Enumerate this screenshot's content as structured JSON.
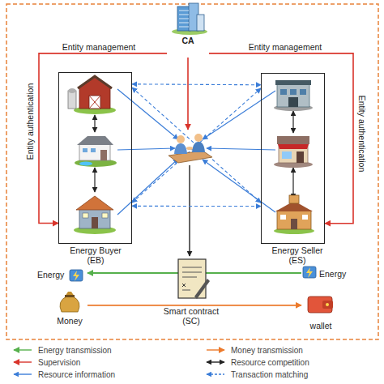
{
  "diagram": {
    "nodes": [
      {
        "text": [
          "CA"
        ]
      },
      {
        "text": [
          "Energy Buyer (EB)"
        ]
      },
      {
        "text": [
          "Energy Seller (ES)"
        ]
      },
      {
        "text": [
          "Energy"
        ]
      },
      {
        "text": [
          "Energy"
        ]
      },
      {
        "text": [
          "Money"
        ]
      },
      {
        "text": [
          "Smart contract (SC)"
        ]
      },
      {
        "text": [
          "wallet"
        ]
      }
    ],
    "edges": [
      {
        "from": 0,
        "to": 1,
        "arrow": "to",
        "label": "Entity management"
      },
      {
        "from": 0,
        "to": 2,
        "arrow": "to",
        "label": "Entity management"
      },
      {
        "from": 1,
        "to": 2,
        "arrow": "both"
      },
      {
        "from": 1,
        "to": 2,
        "arrow": "both"
      },
      {
        "from": 1,
        "to": 2,
        "arrow": "both"
      },
      {
        "from": 1,
        "to": 2,
        "arrow": "both"
      },
      {
        "from": 4,
        "to": 3,
        "arrow": "to"
      },
      {
        "from": 5,
        "to": 7,
        "arrow": "to"
      }
    ],
    "labels": [
      "Entity authentication",
      "Entity authentication"
    ],
    "legend": [
      {
        "text": "Energy transmission"
      },
      {
        "text": "Money transmission"
      },
      {
        "text": "Supervision"
      },
      {
        "text": "Resource competition"
      },
      {
        "text": "Resource information"
      },
      {
        "text": "Transaction matching"
      }
    ]
  }
}
